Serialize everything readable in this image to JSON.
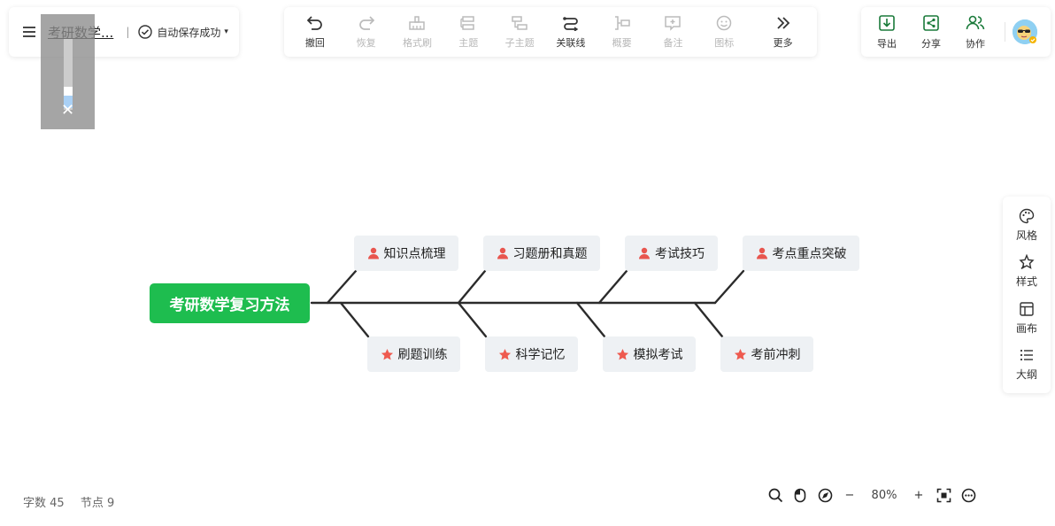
{
  "header": {
    "doc_title": "考研数学...",
    "separator": "|",
    "save_status": "自动保存成功",
    "caret": "▾"
  },
  "toolbar": {
    "items": [
      {
        "label": "撤回",
        "icon": "undo-icon",
        "enabled": true
      },
      {
        "label": "恢复",
        "icon": "redo-icon",
        "enabled": false
      },
      {
        "label": "格式刷",
        "icon": "format-brush-icon",
        "enabled": false
      },
      {
        "label": "主题",
        "icon": "topic-icon",
        "enabled": false
      },
      {
        "label": "子主题",
        "icon": "subtopic-icon",
        "enabled": false
      },
      {
        "label": "关联线",
        "icon": "relation-line-icon",
        "enabled": true
      },
      {
        "label": "概要",
        "icon": "summary-icon",
        "enabled": false
      },
      {
        "label": "备注",
        "icon": "note-icon",
        "enabled": false
      },
      {
        "label": "图标",
        "icon": "emoji-icon",
        "enabled": false
      },
      {
        "label": "更多",
        "icon": "chevrons-right-icon",
        "enabled": true
      }
    ]
  },
  "right_tools": {
    "export": "导出",
    "share": "分享",
    "collab": "协作"
  },
  "zoom_overlay": {
    "close": "✕",
    "level_fraction": 0.2
  },
  "side_panel": {
    "style": "风格",
    "format": "样式",
    "canvas": "画布",
    "outline": "大纲"
  },
  "mindmap": {
    "root": "考研数学复习方法",
    "top_branches": [
      "知识点梳理",
      "习题册和真题",
      "考试技巧",
      "考点重点突破"
    ],
    "bottom_branches": [
      "刷题训练",
      "科学记忆",
      "模拟考试",
      "考前冲刺"
    ]
  },
  "status": {
    "word_count": "字数 45",
    "node_count": "节点 9"
  },
  "zoom": {
    "level": "80%",
    "minus": "−",
    "plus": "+"
  },
  "colors": {
    "accent_green": "#1ebd4f",
    "person_icon_red": "#e8554e",
    "star_icon_red": "#ee5a4f",
    "node_bg": "#eef1f4"
  }
}
